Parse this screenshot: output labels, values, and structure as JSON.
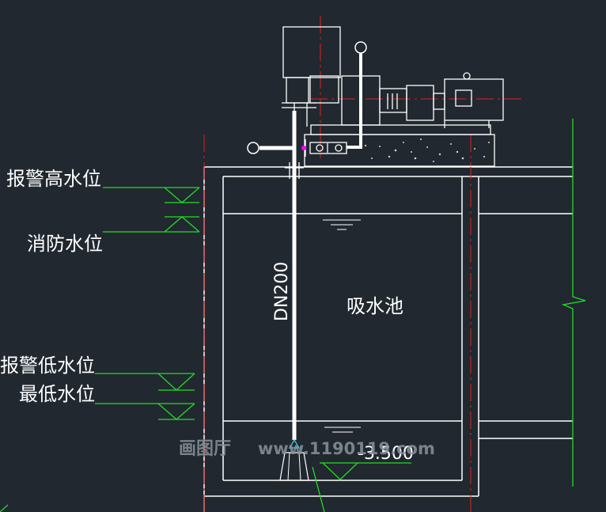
{
  "labels": {
    "alarm_high": "报警高水位",
    "fire_level": "消防水位",
    "alarm_low": "报警低水位",
    "lowest": "最低水位",
    "pipe": "DN200",
    "tank": "吸水池",
    "elevation": "-3.500"
  },
  "watermark": {
    "brand": "画图厅",
    "url": "www.1190119.com"
  },
  "colors": {
    "background": "#212830",
    "linework": "#ffffff",
    "level_marks": "#22dd22",
    "centerline": "#e02020",
    "junction": "#ff00ff",
    "foot_valve": "#33bbcc"
  }
}
